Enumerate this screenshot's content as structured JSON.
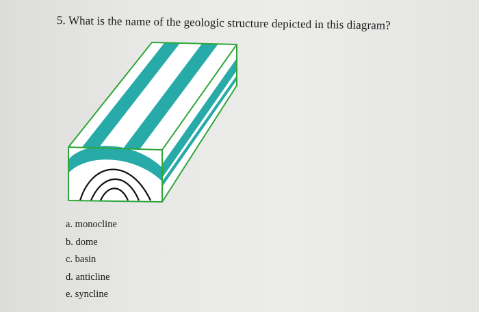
{
  "question": {
    "text": "5. What is the name of the geologic structure depicted in this diagram?"
  },
  "diagram": {
    "colors": {
      "outline": "#2ea63a",
      "band": "#27aaa8",
      "background": "#ffffff",
      "arc": "#111111"
    }
  },
  "options": [
    {
      "text": "a. monocline"
    },
    {
      "text": "b. dome"
    },
    {
      "text": "c. basin"
    },
    {
      "text": "d. anticline"
    },
    {
      "text": "e. syncline"
    }
  ]
}
